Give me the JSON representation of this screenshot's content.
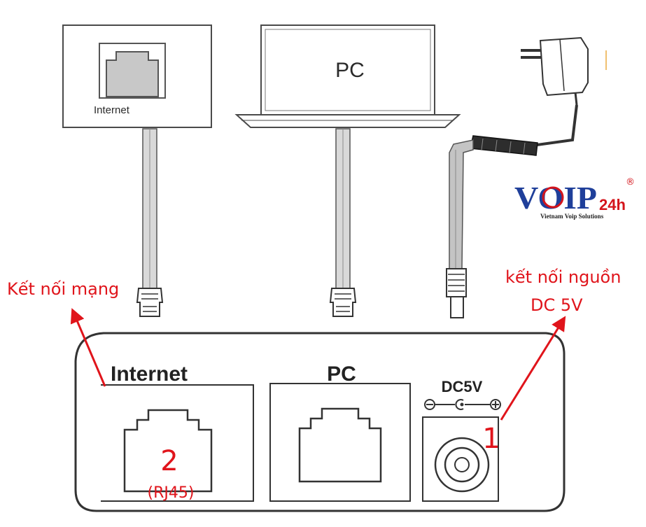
{
  "wall_outlet": {
    "label": "Internet"
  },
  "laptop": {
    "label": "PC"
  },
  "logo": {
    "brand": "VOIP",
    "suffix": "24h",
    "registered": "®",
    "tagline": "Vietnam Voip Solutions",
    "colors": {
      "blue": "#1f3f9a",
      "red": "#d4141b"
    }
  },
  "annotations": {
    "network": "Kết nối mạng",
    "power_line1": "kết nối nguồn",
    "power_line2": "DC 5V",
    "port_internet_number": "2",
    "port_internet_type": "(RJ45)",
    "port_power_number": "1"
  },
  "device_panel": {
    "internet_label": "Internet",
    "pc_label": "PC",
    "power_label": "DC5V"
  },
  "colors": {
    "annotation_red": "#e0141b",
    "line": "#333333"
  }
}
